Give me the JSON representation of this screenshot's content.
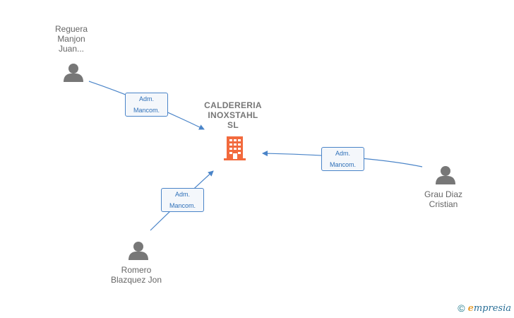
{
  "company": {
    "name_lines": [
      "CALDERERIA",
      "INOXSTAHL",
      "SL"
    ],
    "icon": "building-icon",
    "color": "#f26a3d"
  },
  "people": [
    {
      "id": "reguera",
      "name_lines": [
        "Reguera",
        "Manjon",
        "Juan..."
      ],
      "icon": "person-icon"
    },
    {
      "id": "grau",
      "name_lines": [
        "Grau Diaz",
        "Cristian"
      ],
      "icon": "person-icon"
    },
    {
      "id": "romero",
      "name_lines": [
        "Romero",
        "Blazquez Jon"
      ],
      "icon": "person-icon"
    }
  ],
  "relations": [
    {
      "from": "reguera",
      "to": "company",
      "label_lines": [
        "Adm.",
        "Mancom."
      ]
    },
    {
      "from": "grau",
      "to": "company",
      "label_lines": [
        "Adm.",
        "Mancom."
      ]
    },
    {
      "from": "romero",
      "to": "company",
      "label_lines": [
        "Adm.",
        "Mancom."
      ]
    }
  ],
  "colors": {
    "edge": "#4a84c8",
    "person": "#777777"
  },
  "watermark": {
    "symbol": "©",
    "brand_initial": "e",
    "brand_rest": "mpresia"
  }
}
